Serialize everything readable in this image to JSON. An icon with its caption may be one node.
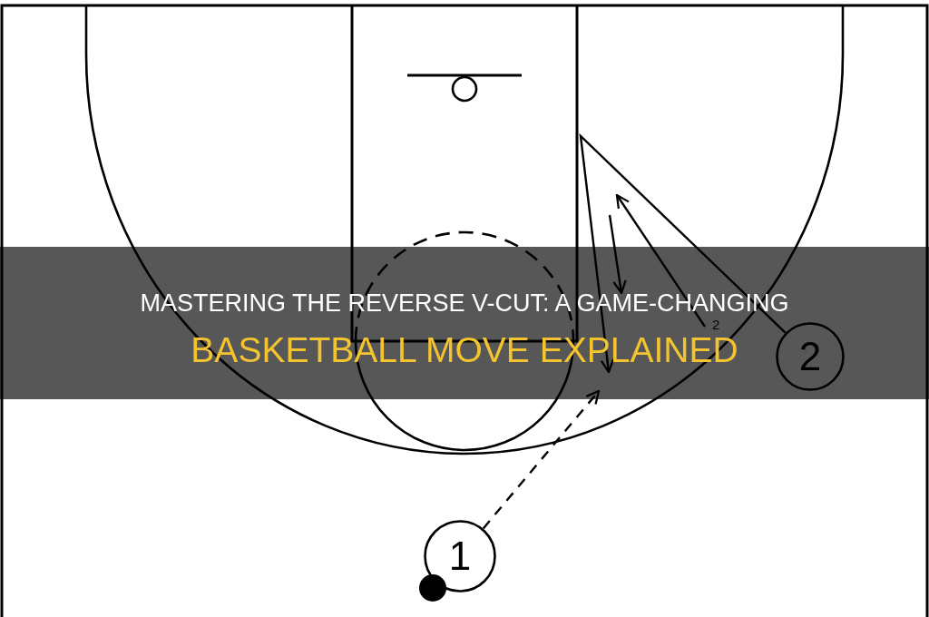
{
  "diagram": {
    "title": "MASTERING THE REVERSE V-CUT: A GAME-CHANGING BASKETBALL MOVE EXPLAINED",
    "nodes": [
      {
        "text": [
          "2"
        ]
      },
      {
        "text": [
          "1"
        ]
      }
    ],
    "edges": [
      {
        "from": 0,
        "to": null,
        "arrow": "to"
      },
      {
        "from": 1,
        "to": null,
        "arrow": "to",
        "style": "dashed"
      }
    ],
    "labels": [
      "2"
    ]
  }
}
